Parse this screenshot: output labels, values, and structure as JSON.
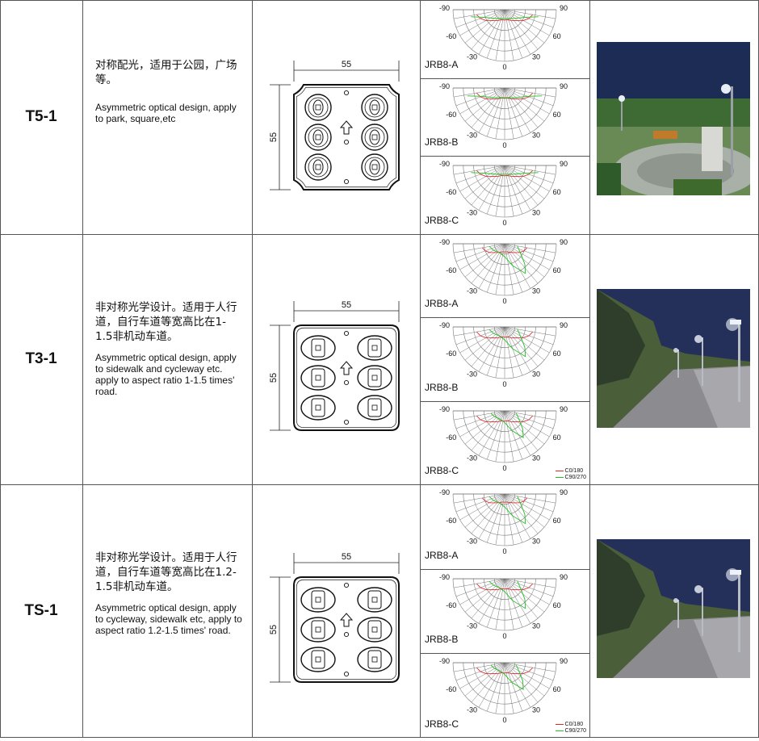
{
  "colors": {
    "c0_180": "#e02a2a",
    "c90_270": "#22c022",
    "grid": "#777777",
    "border": "#555555"
  },
  "rows": [
    {
      "code": "T5-1",
      "zh_desc": "对称配光，适用于公园，广场等。",
      "en_desc": "Asymmetric optical design, apply to park, square,etc",
      "dim_width": "55",
      "dim_height": "55",
      "arrow_icon": "up-arrow-icon",
      "photo_icon": "park-scene-photo",
      "legend": null,
      "polar": [
        {
          "label": "JRB8-A",
          "angle_labels": [
            "-90",
            "90",
            "-60",
            "60",
            "-30",
            "30",
            "0"
          ]
        },
        {
          "label": "JRB8-B",
          "angle_labels": [
            "-90",
            "90",
            "-60",
            "60",
            "-30",
            "30",
            "0"
          ]
        },
        {
          "label": "JRB8-C",
          "angle_labels": [
            "-90",
            "90",
            "-60",
            "60",
            "-30",
            "30",
            "0"
          ]
        }
      ]
    },
    {
      "code": "T3-1",
      "zh_desc": "非对称光学设计。适用于人行道，自行车道等宽高比在1-1.5非机动车道。",
      "en_desc": "Asymmetric optical design, apply to sidewalk and cycleway etc. apply to aspect ratio 1-1.5 times' road.",
      "dim_width": "55",
      "dim_height": "55",
      "arrow_icon": "up-arrow-icon",
      "photo_icon": "road-scene-photo",
      "legend": {
        "c0": "C0/180",
        "c90": "C90/270"
      },
      "polar": [
        {
          "label": "JRB8-A",
          "angle_labels": [
            "-90",
            "90",
            "-60",
            "60",
            "-30",
            "30",
            "0"
          ]
        },
        {
          "label": "JRB8-B",
          "angle_labels": [
            "-90",
            "90",
            "-60",
            "60",
            "-30",
            "30",
            "0"
          ]
        },
        {
          "label": "JRB8-C",
          "angle_labels": [
            "-90",
            "90",
            "-60",
            "60",
            "-30",
            "30",
            "0"
          ]
        }
      ]
    },
    {
      "code": "TS-1",
      "zh_desc": "非对称光学设计。适用于人行道，自行车道等宽高比在1.2-1.5非机动车道。",
      "en_desc": "Asymmetric optical design, apply to cycleway, sidewalk etc, apply to aspect ratio 1.2-1.5 times' road.",
      "dim_width": "55",
      "dim_height": "55",
      "arrow_icon": "up-arrow-icon",
      "photo_icon": "road-scene-photo",
      "legend": {
        "c0": "C0/180",
        "c90": "C90/270"
      },
      "polar": [
        {
          "label": "JRB8-A",
          "angle_labels": [
            "-90",
            "90",
            "-60",
            "60",
            "-30",
            "30",
            "0"
          ]
        },
        {
          "label": "JRB8-B",
          "angle_labels": [
            "-90",
            "90",
            "-60",
            "60",
            "-30",
            "30",
            "0"
          ]
        },
        {
          "label": "JRB8-C",
          "angle_labels": [
            "-90",
            "90",
            "-60",
            "60",
            "-30",
            "30",
            "0"
          ]
        }
      ]
    }
  ]
}
